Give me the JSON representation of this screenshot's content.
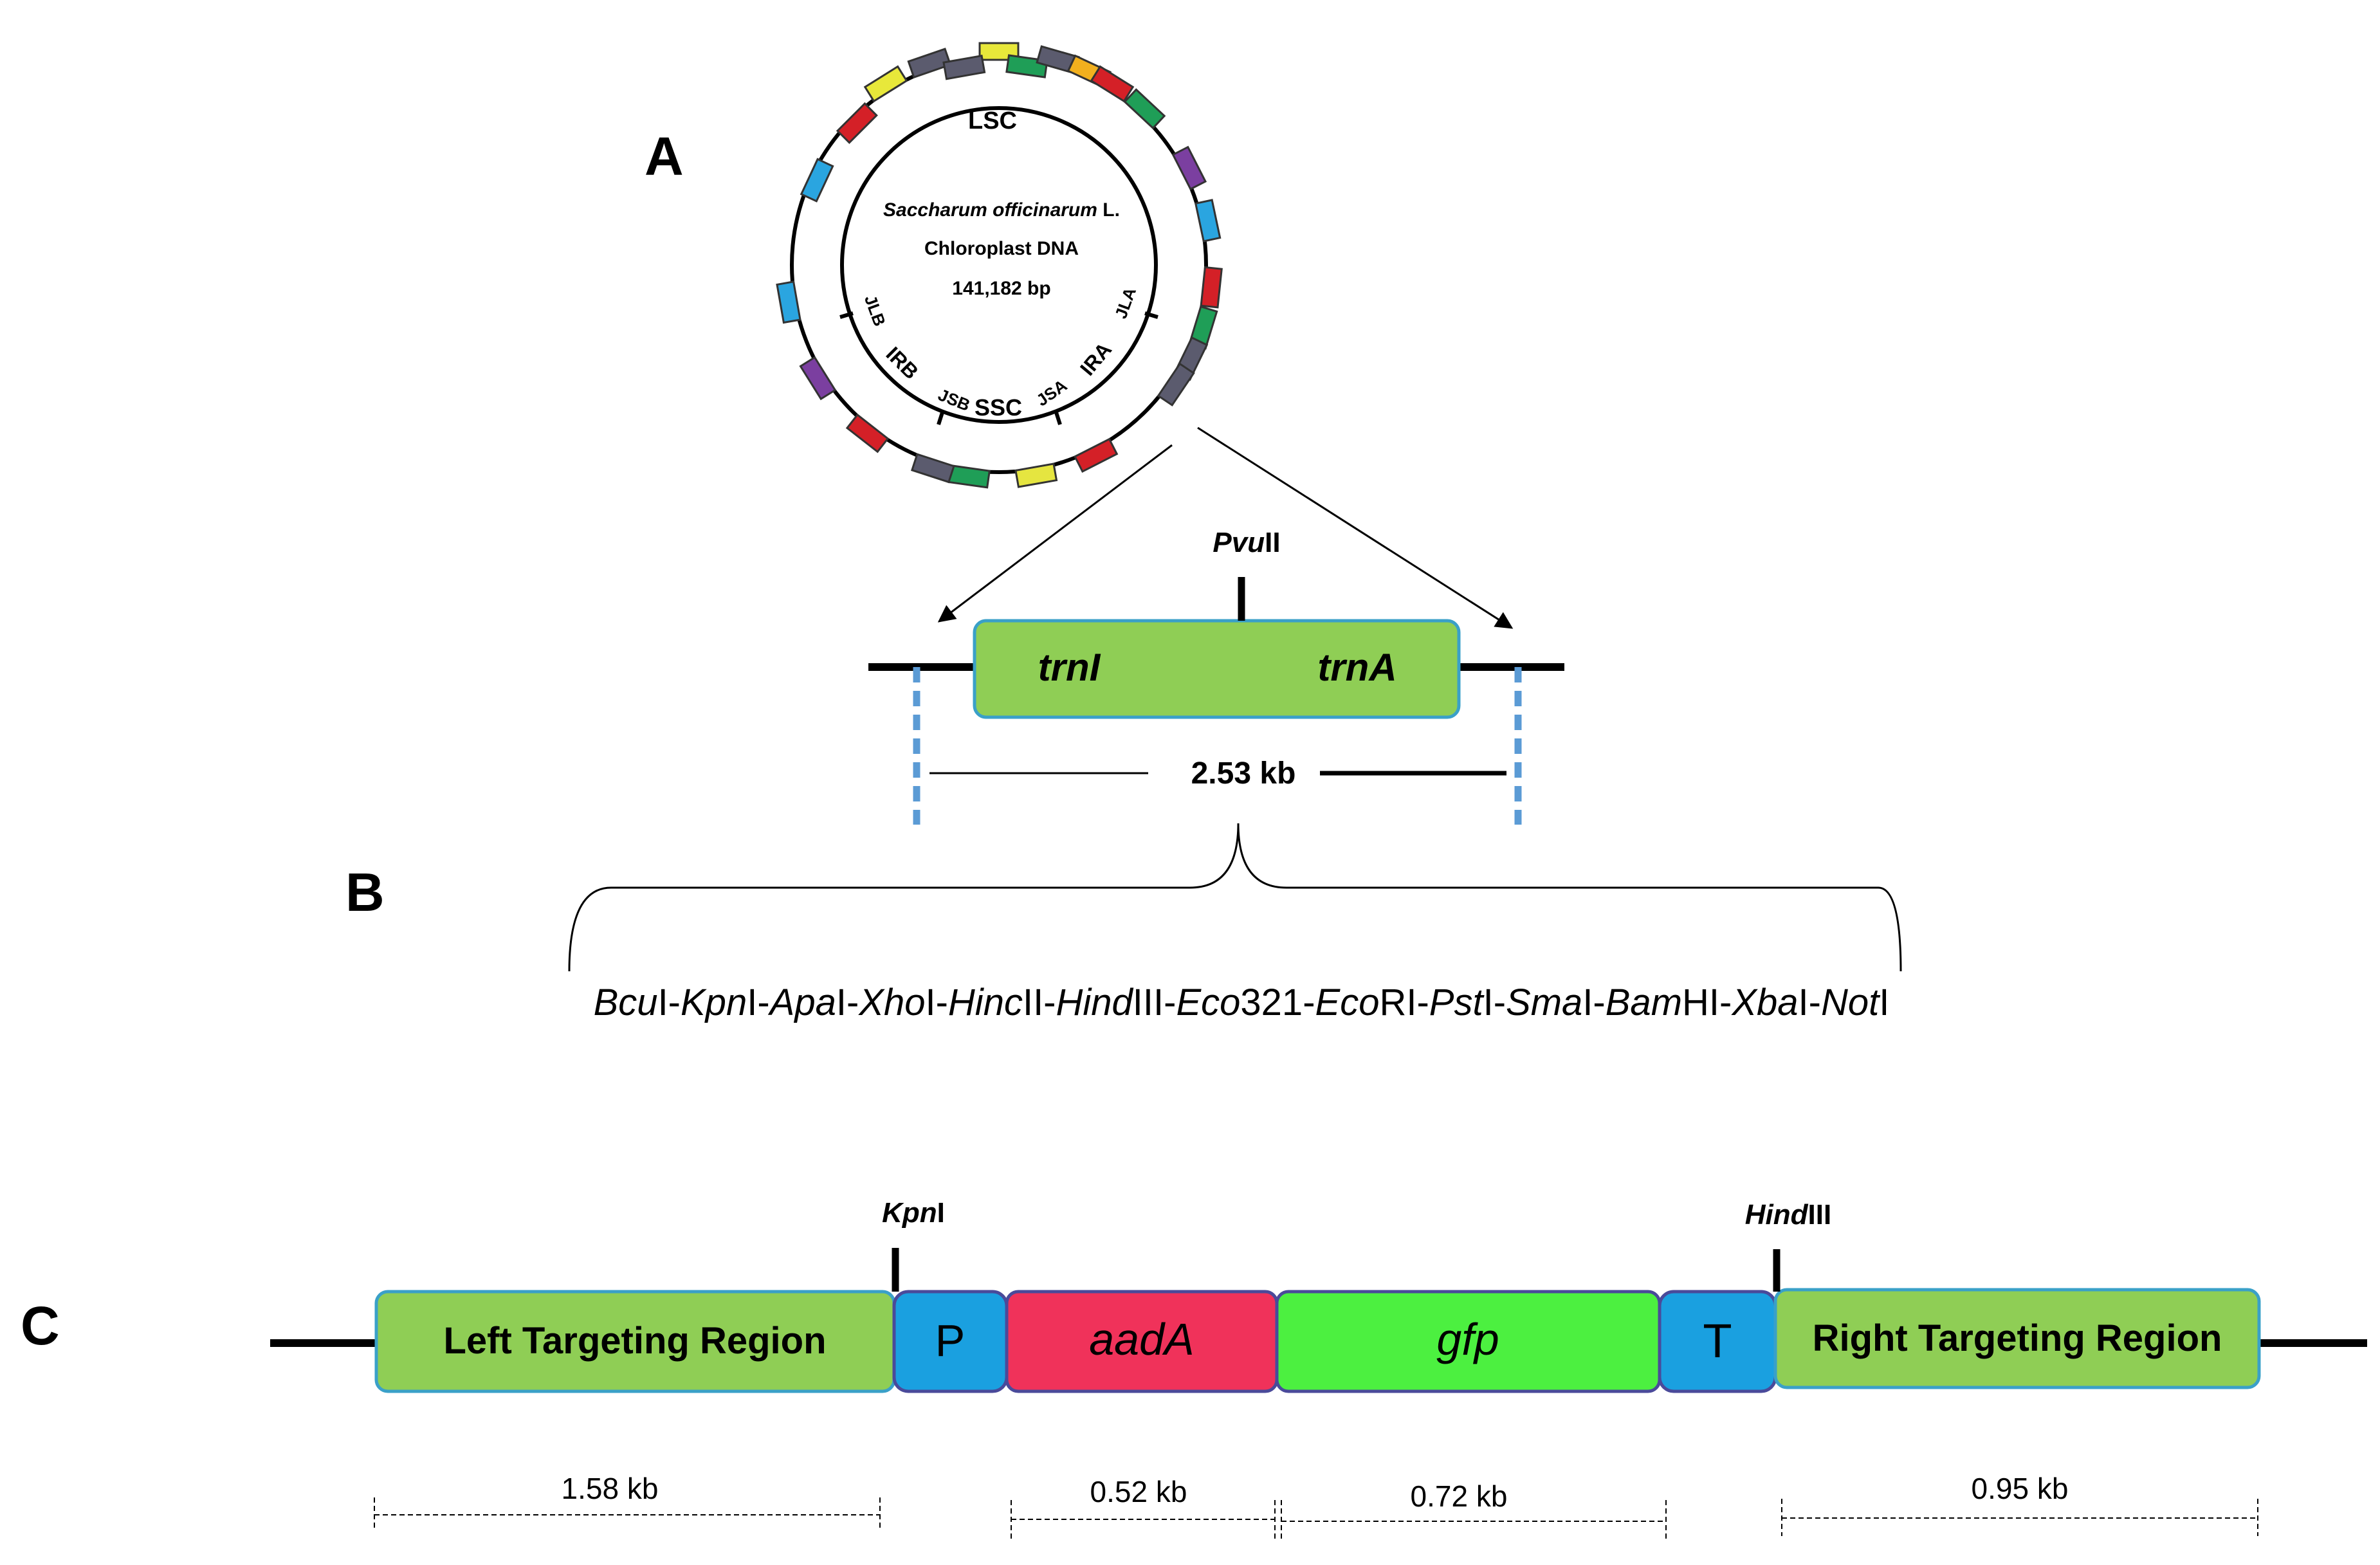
{
  "panels": {
    "a": "A",
    "b": "B",
    "c": "C"
  },
  "plasmid": {
    "organism": "Saccharum officinarum",
    "organism_suffix": " L.",
    "dna_type": "Chloroplast DNA",
    "size": "141,182 bp",
    "regions": {
      "lsc": "LSC",
      "ssc": "SSC",
      "ira": "IRA",
      "irb": "IRB"
    },
    "junctions": {
      "jla": "JLA",
      "jlb": "JLB",
      "jsa": "JSA",
      "jsb": "JSB"
    },
    "gene_colors": [
      "#e8e83a",
      "#1f9e57",
      "#5b5b6e",
      "#f2b01e",
      "#d42027",
      "#1f9e57",
      "#7b3fa0",
      "#2aa5e0",
      "#d42027",
      "#1f9e57",
      "#5b5b6e",
      "#5b5b6e",
      "#d42027",
      "#e5e540",
      "#1f9e57",
      "#5b5b6e",
      "#d42027",
      "#7b3fa0",
      "#2aa5e0",
      "#e8e83a",
      "#5b5b6e",
      "#d42027",
      "#2aa5e0",
      "#5b5b6e"
    ]
  },
  "insert_site": {
    "enzyme": "PvuII",
    "genes": {
      "left": "trnI",
      "right": "trnA"
    },
    "length": "2.53 kb",
    "box_color": "#8fce55",
    "dash_color": "#5b9bd5"
  },
  "mcs": {
    "sites": [
      {
        "it": "Bcu",
        "nm": "I"
      },
      {
        "it": "Kpn",
        "nm": "I"
      },
      {
        "it": "Apa",
        "nm": "I"
      },
      {
        "it": "Xho",
        "nm": "I"
      },
      {
        "it": "Hinc",
        "nm": "II"
      },
      {
        "it": "Hind",
        "nm": "III"
      },
      {
        "it": "Eco",
        "nm": "321"
      },
      {
        "it": "Eco",
        "nm": "RI"
      },
      {
        "it": "Pst",
        "nm": "I"
      },
      {
        "it": "Sma",
        "nm": "I"
      },
      {
        "it": "Bam",
        "nm": "HI"
      },
      {
        "it": "Xba",
        "nm": "I"
      },
      {
        "it": "Not",
        "nm": "I"
      }
    ],
    "separator": "-"
  },
  "construct": {
    "left_site": {
      "it": "Kpn",
      "nm": "I"
    },
    "right_site": {
      "it": "Hind",
      "nm": "III"
    },
    "blocks": {
      "left_region": "Left Targeting Region",
      "promoter": "P",
      "aada": "aadA",
      "gfp": "gfp",
      "terminator": "T",
      "right_region": "Right Targeting Region"
    },
    "colors": {
      "targeting": "#8fce55",
      "regulatory": "#1aa0e0",
      "aada": "#f0325a",
      "gfp": "#4cf040"
    },
    "sizes": {
      "left": "1.58 kb",
      "aada": "0.52 kb",
      "gfp": "0.72 kb",
      "right": "0.95 kb"
    }
  }
}
